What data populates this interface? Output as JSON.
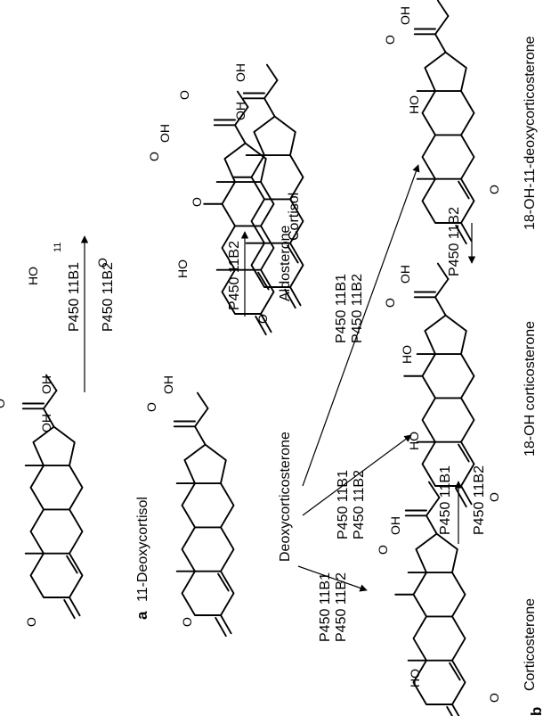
{
  "panels": {
    "a": "a",
    "b": "b"
  },
  "compounds": {
    "c1": {
      "name": "11-Deoxycortisol",
      "atoms": [
        "OH",
        "OH",
        "O",
        "O"
      ]
    },
    "c2": {
      "name": "Cortisol",
      "atoms": [
        "OH",
        "OH",
        "O",
        "HO",
        "11",
        "O"
      ]
    },
    "c3": {
      "name": "Deoxycorticosterone",
      "atoms": [
        "OH",
        "O",
        "O"
      ]
    },
    "c4": {
      "name": "Aldosterone",
      "atoms": [
        "OH",
        "O",
        "O",
        "HO",
        "O"
      ]
    },
    "c5": {
      "name": "Corticosterone",
      "atoms": [
        "OH",
        "O",
        "HO",
        "O"
      ]
    },
    "c6": {
      "name": "18-OH corticosterone",
      "atoms": [
        "OH",
        "O",
        "HO",
        "HO",
        "O"
      ]
    },
    "c7": {
      "name": "18-OH-11-deoxycorticosterone",
      "atoms": [
        "OH",
        "O",
        "HO",
        "O"
      ]
    }
  },
  "enzymes": {
    "r1": [
      "P450 11B1",
      "P450 11B2"
    ],
    "r2": [
      "P450 11B2"
    ],
    "r3": [
      "P450 11B1",
      "P450 11B2"
    ],
    "r4": [
      "P450 11B1",
      "P450 11B2"
    ],
    "r5": [
      "P450 11B1",
      "P450 11B2"
    ],
    "r6": [
      "P450 11B1",
      "P450 11B2"
    ],
    "r7": [
      "P450 11B2"
    ]
  }
}
